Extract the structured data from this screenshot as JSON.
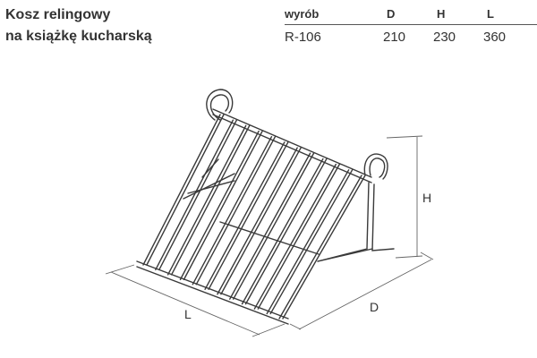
{
  "title": {
    "line1": "Kosz relingowy",
    "line2": "na książkę kucharską"
  },
  "spec_table": {
    "headers": {
      "name": "wyrób",
      "d": "D",
      "h": "H",
      "l": "L"
    },
    "rows": [
      {
        "name": "R-106",
        "d": "210",
        "h": "230",
        "l": "360"
      }
    ]
  },
  "drawing": {
    "label_l": "L",
    "label_d": "D",
    "label_h": "H"
  }
}
